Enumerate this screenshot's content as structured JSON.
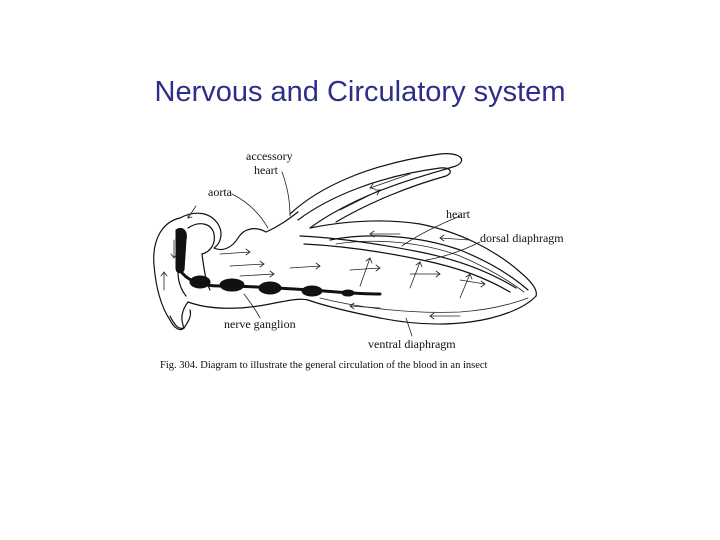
{
  "slide": {
    "title": "Nervous and Circulatory system"
  },
  "diagram": {
    "labels": {
      "accessory": "accessory",
      "heart_accessory": "heart",
      "aorta": "aorta",
      "heart": "heart",
      "dorsal_diaphragm": "dorsal diaphragm",
      "nerve_ganglion": "nerve ganglion",
      "ventral_diaphragm": "ventral diaphragm"
    },
    "caption": "Fig. 304.  Diagram to illustrate the general circulation of the blood in an insect"
  },
  "colors": {
    "title": "#2e2e8a",
    "ink": "#111111"
  }
}
